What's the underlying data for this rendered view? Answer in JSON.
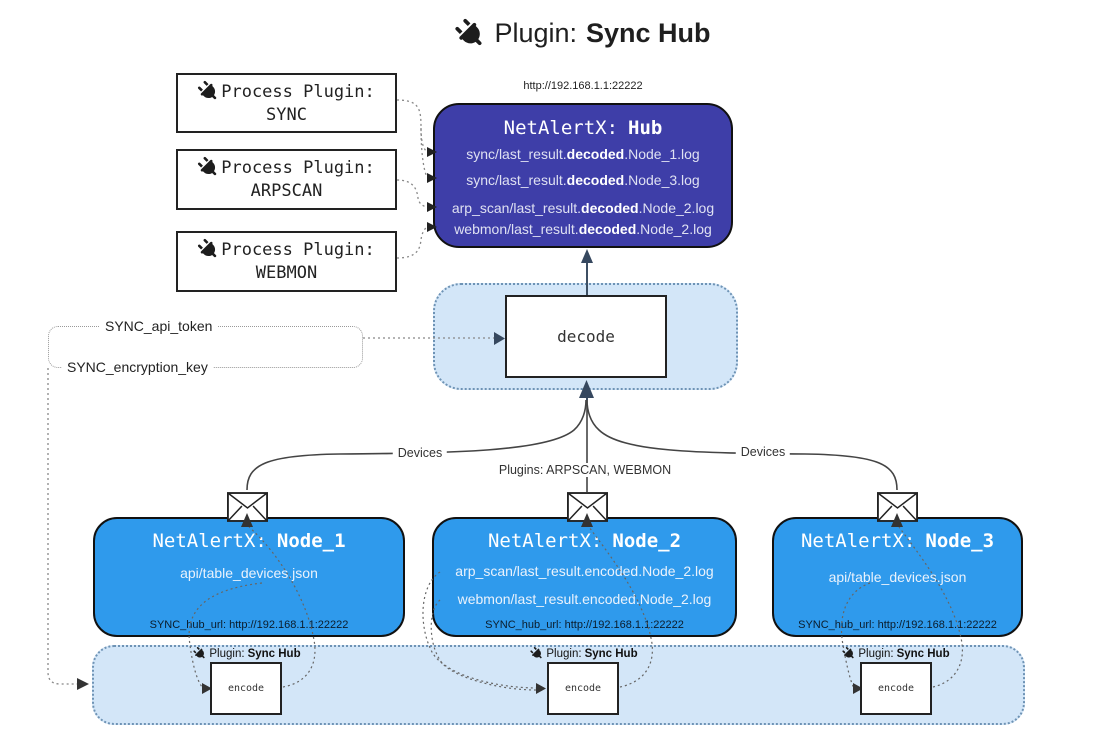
{
  "title": {
    "label": "Plugin:",
    "name": "Sync Hub"
  },
  "process_plugins": [
    {
      "label": "Process Plugin:",
      "name": "SYNC"
    },
    {
      "label": "Process Plugin:",
      "name": "ARPSCAN"
    },
    {
      "label": "Process Plugin:",
      "name": "WEBMON"
    }
  ],
  "hub": {
    "url": "http://192.168.1.1:22222",
    "title_label": "NetAlertX:",
    "title_name": "Hub",
    "logs": [
      {
        "pre": "sync/last_result.",
        "bold": "decoded",
        "post": ".Node_1.log"
      },
      {
        "pre": "sync/last_result.",
        "bold": "decoded",
        "post": ".Node_3.log"
      },
      {
        "pre": "arp_scan/last_result.",
        "bold": "decoded",
        "post": ".Node_2.log"
      },
      {
        "pre": "webmon/last_result.",
        "bold": "decoded",
        "post": ".Node_2.log"
      }
    ]
  },
  "decode_label": "decode",
  "settings": {
    "api_token": "SYNC_api_token",
    "encryption_key": "SYNC_encryption_key"
  },
  "edge_labels": {
    "devices_left": "Devices",
    "plugins_mid": "Plugins: ARPSCAN, WEBMON",
    "devices_right": "Devices"
  },
  "nodes": [
    {
      "title_label": "NetAlertX:",
      "title_name": "Node_1",
      "files": [
        "api/table_devices.json"
      ],
      "hub_url": "SYNC_hub_url: http://192.168.1.1:22222"
    },
    {
      "title_label": "NetAlertX:",
      "title_name": "Node_2",
      "files": [
        "arp_scan/last_result.encoded.Node_2.log",
        "webmon/last_result.encoded.Node_2.log"
      ],
      "hub_url": "SYNC_hub_url: http://192.168.1.1:22222"
    },
    {
      "title_label": "NetAlertX:",
      "title_name": "Node_3",
      "files": [
        "api/table_devices.json"
      ],
      "hub_url": "SYNC_hub_url: http://192.168.1.1:22222"
    }
  ],
  "encoders": [
    {
      "plugin_label": "Plugin:",
      "plugin_name": "Sync Hub",
      "box_label": "encode"
    },
    {
      "plugin_label": "Plugin:",
      "plugin_name": "Sync Hub",
      "box_label": "encode"
    },
    {
      "plugin_label": "Plugin:",
      "plugin_name": "Sync Hub",
      "box_label": "encode"
    }
  ],
  "icons": {
    "plug": "plug-icon",
    "envelope": "envelope-icon"
  },
  "colors": {
    "hub_fill": "#3e3ea8",
    "node_fill": "#2f9aec",
    "band_fill": "#d3e6f8",
    "band_border": "#6e93b5",
    "arrow_dark": "#36485f",
    "line": "#444444",
    "dotted": "#777777"
  }
}
